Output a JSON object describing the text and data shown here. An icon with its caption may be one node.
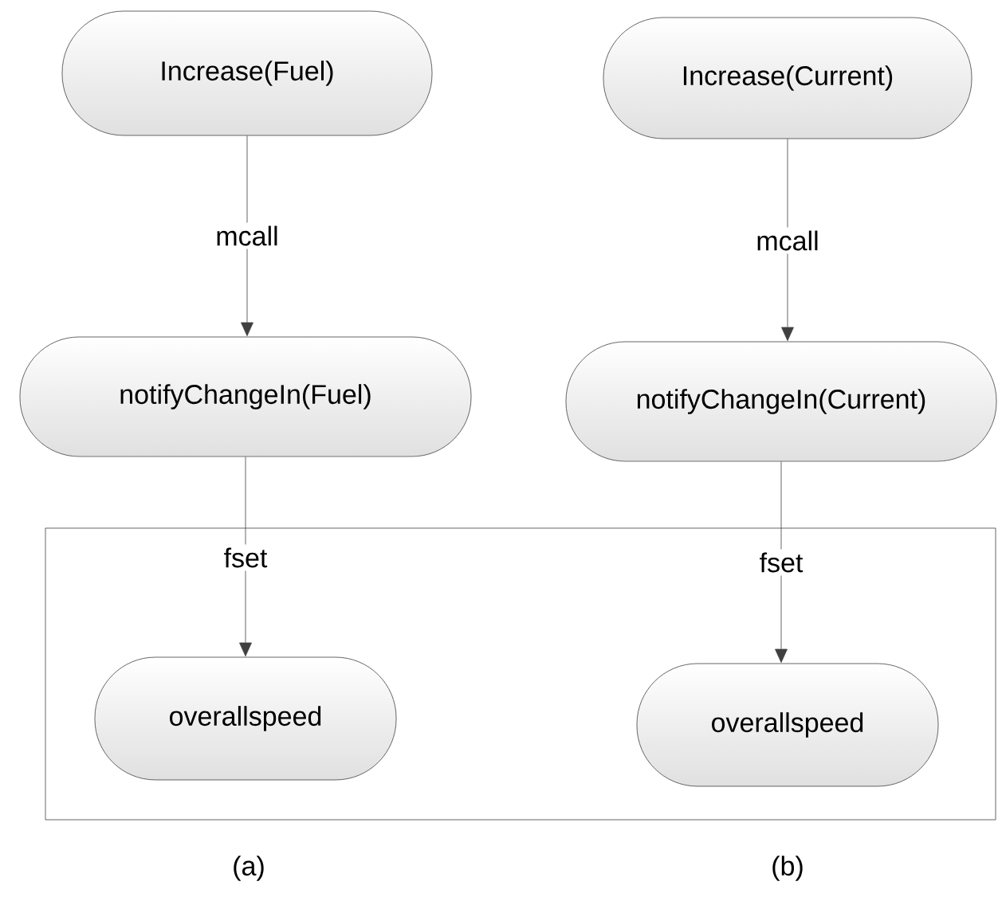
{
  "diagram": {
    "nodes": [
      {
        "text": [
          "Increase(Fuel)"
        ]
      },
      {
        "text": [
          "Increase(Current)"
        ]
      },
      {
        "text": [
          "notifyChangeIn(Fuel)"
        ]
      },
      {
        "text": [
          "notifyChangeIn(Current)"
        ]
      },
      {
        "text": [],
        "shape": "box"
      },
      {
        "text": [
          "overallspeed"
        ],
        "in": 4
      },
      {
        "text": [
          "overallspeed"
        ],
        "in": 4
      }
    ],
    "edges": [
      {
        "from": 0,
        "to": 2,
        "arrow": "to",
        "label": "mcall"
      },
      {
        "from": 1,
        "to": 3,
        "arrow": "to",
        "label": "mcall"
      },
      {
        "from": 2,
        "to": 5,
        "arrow": "to",
        "label": "fset"
      },
      {
        "from": 3,
        "to": 6,
        "arrow": "to",
        "label": "fset"
      }
    ],
    "labels": [
      "(a)",
      "(b)"
    ]
  }
}
